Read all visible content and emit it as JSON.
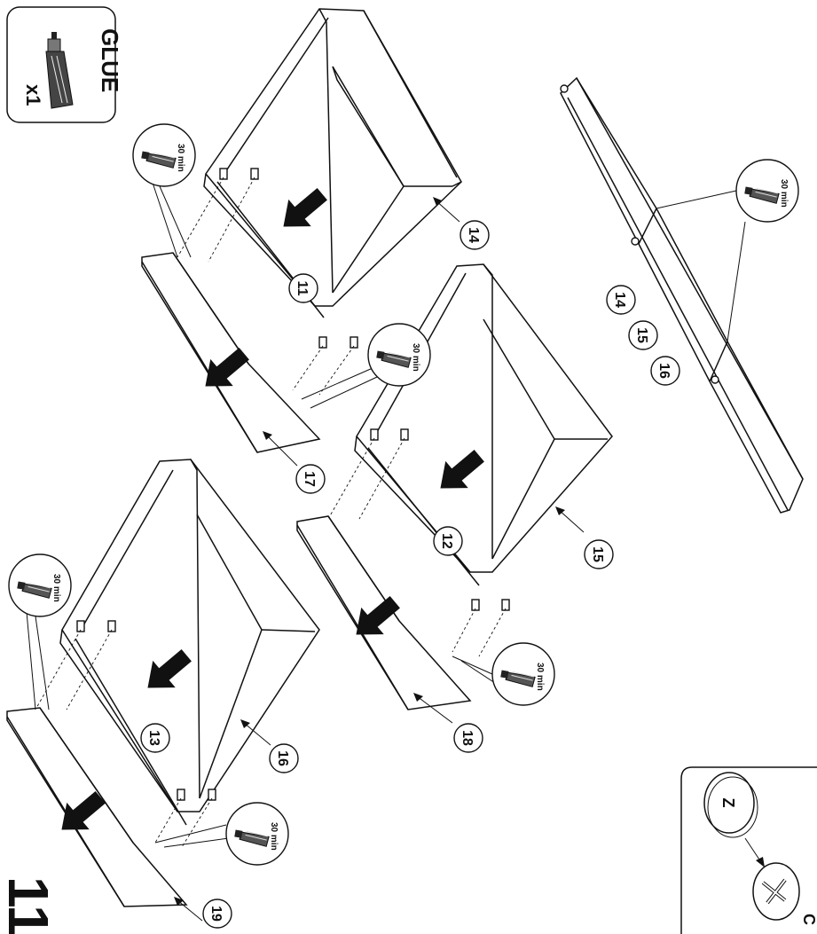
{
  "step_number": "11",
  "glue_box": {
    "label": "GLUE",
    "quantity": "x1"
  },
  "glue_time": "30 min",
  "part_numbers": {
    "p11": "11",
    "p12": "12",
    "p13": "13",
    "p14": "14",
    "p15": "15",
    "p16": "16",
    "p17": "17",
    "p18": "18",
    "p19": "19"
  },
  "hardware_box": {
    "from_letter": "Z",
    "to_letter": "C"
  }
}
